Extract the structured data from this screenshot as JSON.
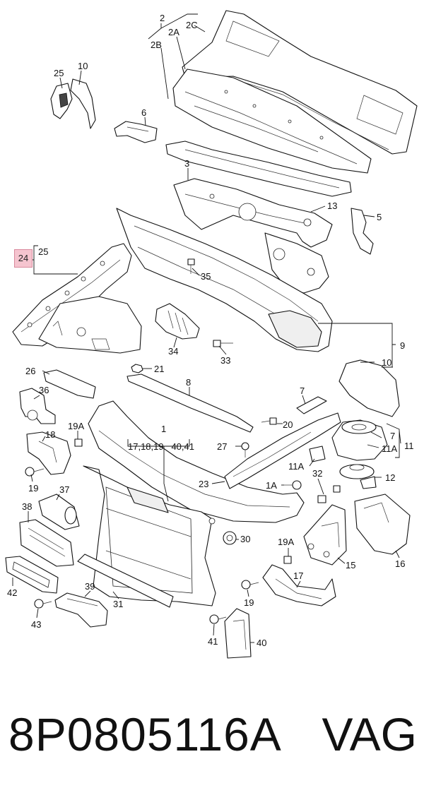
{
  "diagram": {
    "labels": {
      "l2": "2",
      "l2c": "2C",
      "l2a": "2A",
      "l2b": "2B",
      "l25a": "25",
      "l10a": "10",
      "l6": "6",
      "l3": "3",
      "l13": "13",
      "l5": "5",
      "l25b": "25",
      "l35": "35",
      "l34": "34",
      "l33": "33",
      "l9": "9",
      "l10b": "10",
      "l26": "26",
      "l21": "21",
      "l8": "8",
      "l36": "36",
      "l7a": "7",
      "l20": "20",
      "l18": "18",
      "l19a": "19A",
      "l1": "1",
      "l1sub": "17,18,19   40,41",
      "l27": "27",
      "l7b": "7",
      "l11a1": "11A",
      "l11": "11",
      "l11a2": "11A",
      "l32": "32",
      "l12": "12",
      "l19b": "19",
      "l37": "37",
      "l23": "23",
      "l1a": "1A",
      "l38": "38",
      "l30": "30",
      "l19a2": "19A",
      "l15": "15",
      "l16": "16",
      "l17": "17",
      "l42": "42",
      "l39": "39",
      "l31": "31",
      "l19c": "19",
      "l43": "43",
      "l41": "41",
      "l40": "40"
    },
    "highlight": {
      "label": "24",
      "color": "#f5c4cf"
    }
  },
  "footer": {
    "part_number": "8P0805116A",
    "brand": "VAG"
  }
}
